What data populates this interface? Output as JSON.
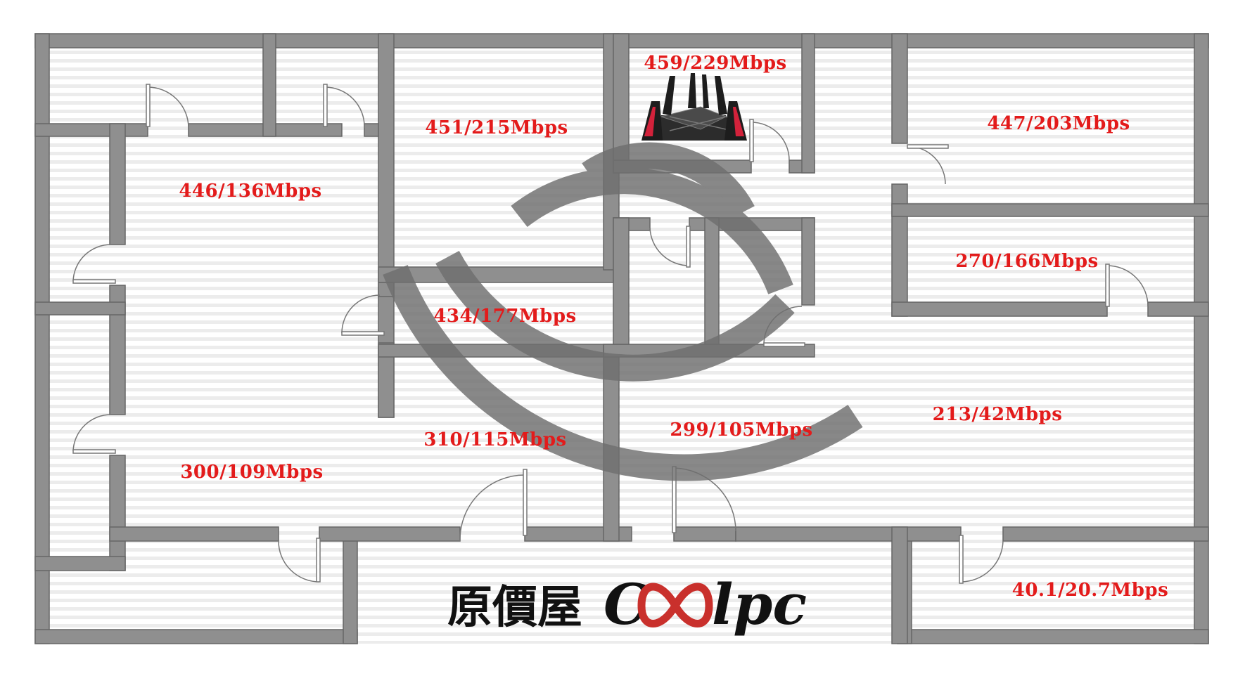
{
  "floorplan": {
    "router": {
      "icon": "router-icon",
      "speed": "459/229Mbps"
    },
    "rooms": [
      {
        "id": "top-middle-left",
        "speed": "451/215Mbps"
      },
      {
        "id": "top-right",
        "speed": "447/203Mbps"
      },
      {
        "id": "big-left",
        "speed": "446/136Mbps"
      },
      {
        "id": "right-middle",
        "speed": "270/166Mbps"
      },
      {
        "id": "corridor",
        "speed": "434/177Mbps"
      },
      {
        "id": "center-bottom",
        "speed": "310/115Mbps"
      },
      {
        "id": "center-right",
        "speed": "299/105Mbps"
      },
      {
        "id": "right-large",
        "speed": "213/42Mbps"
      },
      {
        "id": "left-bottom",
        "speed": "300/109Mbps"
      },
      {
        "id": "bottom-right-corner",
        "speed": "40.1/20.7Mbps"
      }
    ],
    "colors": {
      "wall": "#8f8f8f",
      "wall_edge": "#555555",
      "floor_stripe": "#ececec",
      "speed_text": "#e31b1b",
      "wifi_arc": "#7a7a7a"
    }
  },
  "logo": {
    "chinese": "原價屋",
    "english_c": "C",
    "english_rest": "lpc",
    "infinity_icon": "infinity-icon"
  }
}
